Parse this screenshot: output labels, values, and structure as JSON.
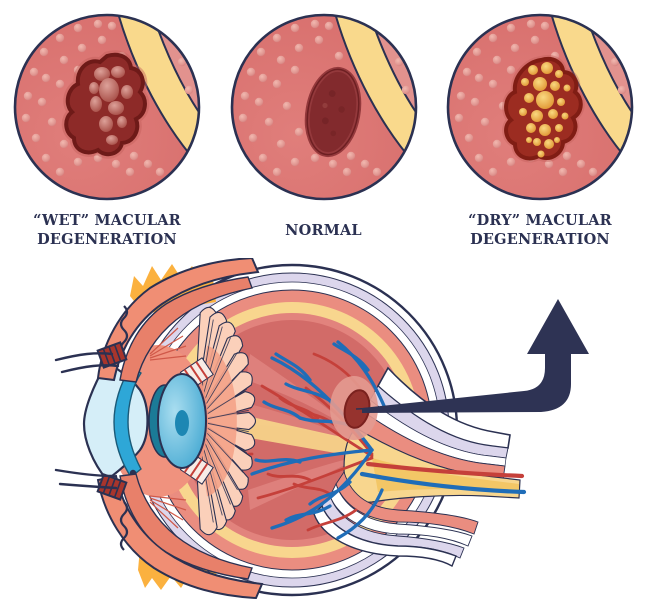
{
  "panels": [
    {
      "id": "wet",
      "line1": "“WET” MACULAR",
      "line2": "DEGENERATION"
    },
    {
      "id": "normal",
      "line1": "NORMAL",
      "line2": ""
    },
    {
      "id": "dry",
      "line1": "“DRY” MACULAR",
      "line2": "DEGENERATION"
    }
  ],
  "colors": {
    "outline_navy": "#2b3152",
    "arrow_navy": "#2e3354",
    "circle_bg": "#da7270",
    "circle_crescent": "#e2928e",
    "band_yellow": "#f9d98c",
    "wet_blob": "#8d2a28",
    "dry_blob": "#9c2c21",
    "drusen_orange": "#e8a13c",
    "normal_macula": "#822a2d",
    "sclera_lavender": "#dcd6ec",
    "choroid_salmon": "#ea8d80",
    "choroid_yellow": "#f8d68e",
    "retina_pink": "#e2837d",
    "vitreous_red": "#d26b68",
    "muscle_salmon": "#f08e74",
    "fat_orange": "#fbb13f",
    "vein_blue": "#1f6db8",
    "artery_red": "#c5403a",
    "cornea_blue": "#d5eef8",
    "iris_blue": "#2ea7d7"
  }
}
